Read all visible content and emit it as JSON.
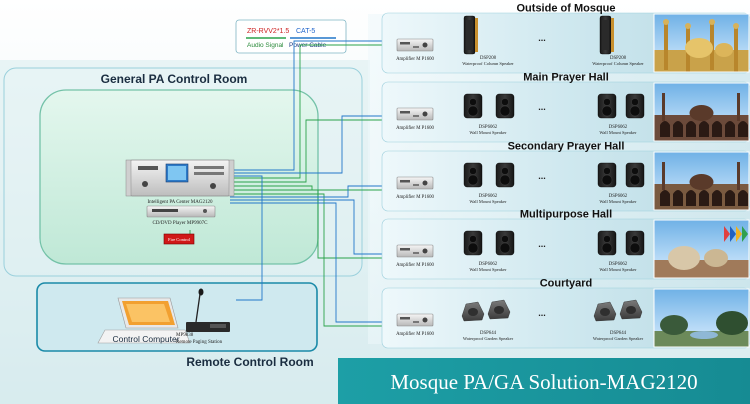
{
  "legend": {
    "audio_cable_spec": "ZR-RVV2*1.5",
    "power_cable_spec": "CAT-5",
    "audio_label": "Audio Signal",
    "power_label": "Power Cable"
  },
  "control_room": {
    "title": "General PA Control Room",
    "pa_center_label": "Intelligent PA Center MAG2120",
    "dvd_label": "CD/DVD Player MP9907C",
    "fire_label": "Fire Control"
  },
  "remote_room": {
    "title": "Remote Control Room",
    "computer_label": "Control Computer",
    "mic_model": "MP9838",
    "mic_label": "Remote Paging Station"
  },
  "zones": [
    {
      "title": "Outside of Mosque",
      "amp_label": "Amplifier M P1600",
      "speaker_kind": "column",
      "speaker_left_model": "DSP208",
      "speaker_left_label": "Waterproof Column Speaker",
      "speaker_right_model": "DSP208",
      "speaker_right_label": "Waterproof Column Speaker",
      "dots": "..."
    },
    {
      "title": "Main Prayer Hall",
      "amp_label": "Amplifier M P1600",
      "speaker_kind": "wall",
      "speaker_left_model": "DSP6062",
      "speaker_left_label": "Wall Mount Speaker",
      "speaker_right_model": "DSP6062",
      "speaker_right_label": "Wall Mount Speaker",
      "dots": "..."
    },
    {
      "title": "Secondary Prayer Hall",
      "amp_label": "Amplifier M P1600",
      "speaker_kind": "wall",
      "speaker_left_model": "DSP6062",
      "speaker_left_label": "Wall Mount Speaker",
      "speaker_right_model": "DSP6062",
      "speaker_right_label": "Wall Mount Speaker",
      "dots": "..."
    },
    {
      "title": "Multipurpose Hall",
      "amp_label": "Amplifier M P1600",
      "speaker_kind": "wall",
      "speaker_left_model": "DSP6062",
      "speaker_left_label": "Wall Mount Speaker",
      "speaker_right_model": "DSP6062",
      "speaker_right_label": "Wall Mount Speaker",
      "dots": "..."
    },
    {
      "title": "Courtyard",
      "amp_label": "Amplifier M P1600",
      "speaker_kind": "garden",
      "speaker_left_model": "DSP644",
      "speaker_left_label": "Waterproof Garden Speaker",
      "speaker_right_model": "DSP644",
      "speaker_right_label": "Waterproof Garden Speaker",
      "dots": "..."
    }
  ],
  "banner": {
    "title": "Mosque PA/GA Solution-MAG2120"
  },
  "colors": {
    "background": "#dfeef0",
    "panel": "#c8e4ea",
    "control_room_fill": "#ccefe0",
    "remote_room_fill": "#cfe9ef",
    "remote_room_border": "#1a8aa8",
    "audio_line": "#2aa24a",
    "power_line": "#2277c9",
    "banner": "#1f9aa2",
    "fire_red": "#d01818",
    "laptop_orange": "#f2a030"
  }
}
